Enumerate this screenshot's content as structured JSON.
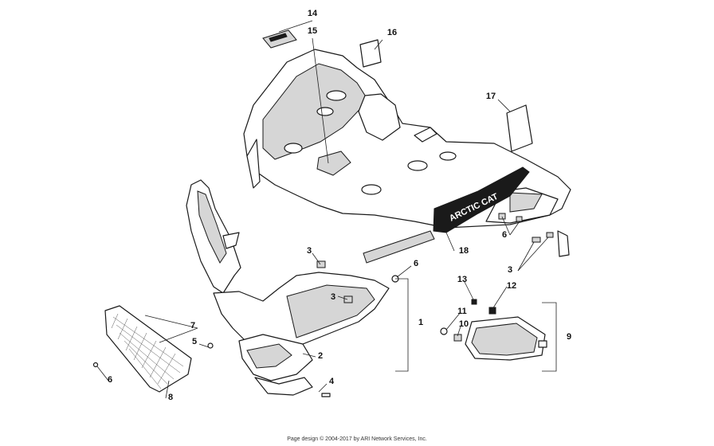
{
  "callouts": [
    {
      "id": "c1",
      "label": "1"
    },
    {
      "id": "c2",
      "label": "2"
    },
    {
      "id": "c3a",
      "label": "3"
    },
    {
      "id": "c3b",
      "label": "3"
    },
    {
      "id": "c3c",
      "label": "3"
    },
    {
      "id": "c4",
      "label": "4"
    },
    {
      "id": "c5",
      "label": "5"
    },
    {
      "id": "c6a",
      "label": "6"
    },
    {
      "id": "c6b",
      "label": "6"
    },
    {
      "id": "c6c",
      "label": "6"
    },
    {
      "id": "c7",
      "label": "7"
    },
    {
      "id": "c8",
      "label": "8"
    },
    {
      "id": "c9",
      "label": "9"
    },
    {
      "id": "c10",
      "label": "10"
    },
    {
      "id": "c11",
      "label": "11"
    },
    {
      "id": "c12",
      "label": "12"
    },
    {
      "id": "c13",
      "label": "13"
    },
    {
      "id": "c14",
      "label": "14"
    },
    {
      "id": "c15",
      "label": "15"
    },
    {
      "id": "c16",
      "label": "16"
    },
    {
      "id": "c17",
      "label": "17"
    },
    {
      "id": "c18",
      "label": "18"
    }
  ],
  "decal_text": "ARCTIC CAT",
  "footer": "Page design © 2004-2017 by ARI Network Services, Inc."
}
